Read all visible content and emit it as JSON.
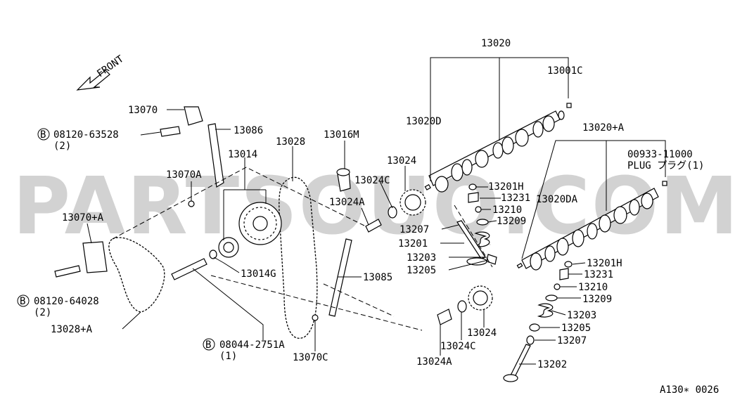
{
  "watermark": "PARTSOUQ.COM",
  "front_label": "FRONT",
  "figure_code": "A130∗ 0026",
  "callouts": {
    "c13020": "13020",
    "c13001C": "13001C",
    "c13020D": "13020D",
    "c13020A": "13020+A",
    "c00933": "00933-11000",
    "plug": "PLUG プラグ(1)",
    "c13020DA": "13020DA",
    "c13070": "13070",
    "bolt1_code": "08120-63528",
    "bolt1_qty": "(2)",
    "c13086": "13086",
    "c13028": "13028",
    "c13016M": "13016M",
    "c13014": "13014",
    "c13024": "13024",
    "c13024C": "13024C",
    "c13070A": "13070A",
    "c13024A": "13024A",
    "c13201H": "13201H",
    "c13231": "13231",
    "c13210": "13210",
    "c13209": "13209",
    "c13207": "13207",
    "c13201": "13201",
    "c13203": "13203",
    "c13205": "13205",
    "c13070plusA": "13070+A",
    "c13014G": "13014G",
    "c13085": "13085",
    "bolt2_code": "08120-64028",
    "bolt2_qty": "(2)",
    "c13028A": "13028+A",
    "bolt3_code": "08044-2751A",
    "bolt3_qty": "(1)",
    "c13070C": "13070C",
    "c13024C_b": "13024C",
    "c13024_b": "13024",
    "c13024A_b": "13024A",
    "c13201H_r": "13201H",
    "c13231_r": "13231",
    "c13210_r": "13210",
    "c13209_r": "13209",
    "c13203_r": "13203",
    "c13205_r": "13205",
    "c13207_r": "13207",
    "c13202": "13202"
  },
  "bolt_marker": "B"
}
